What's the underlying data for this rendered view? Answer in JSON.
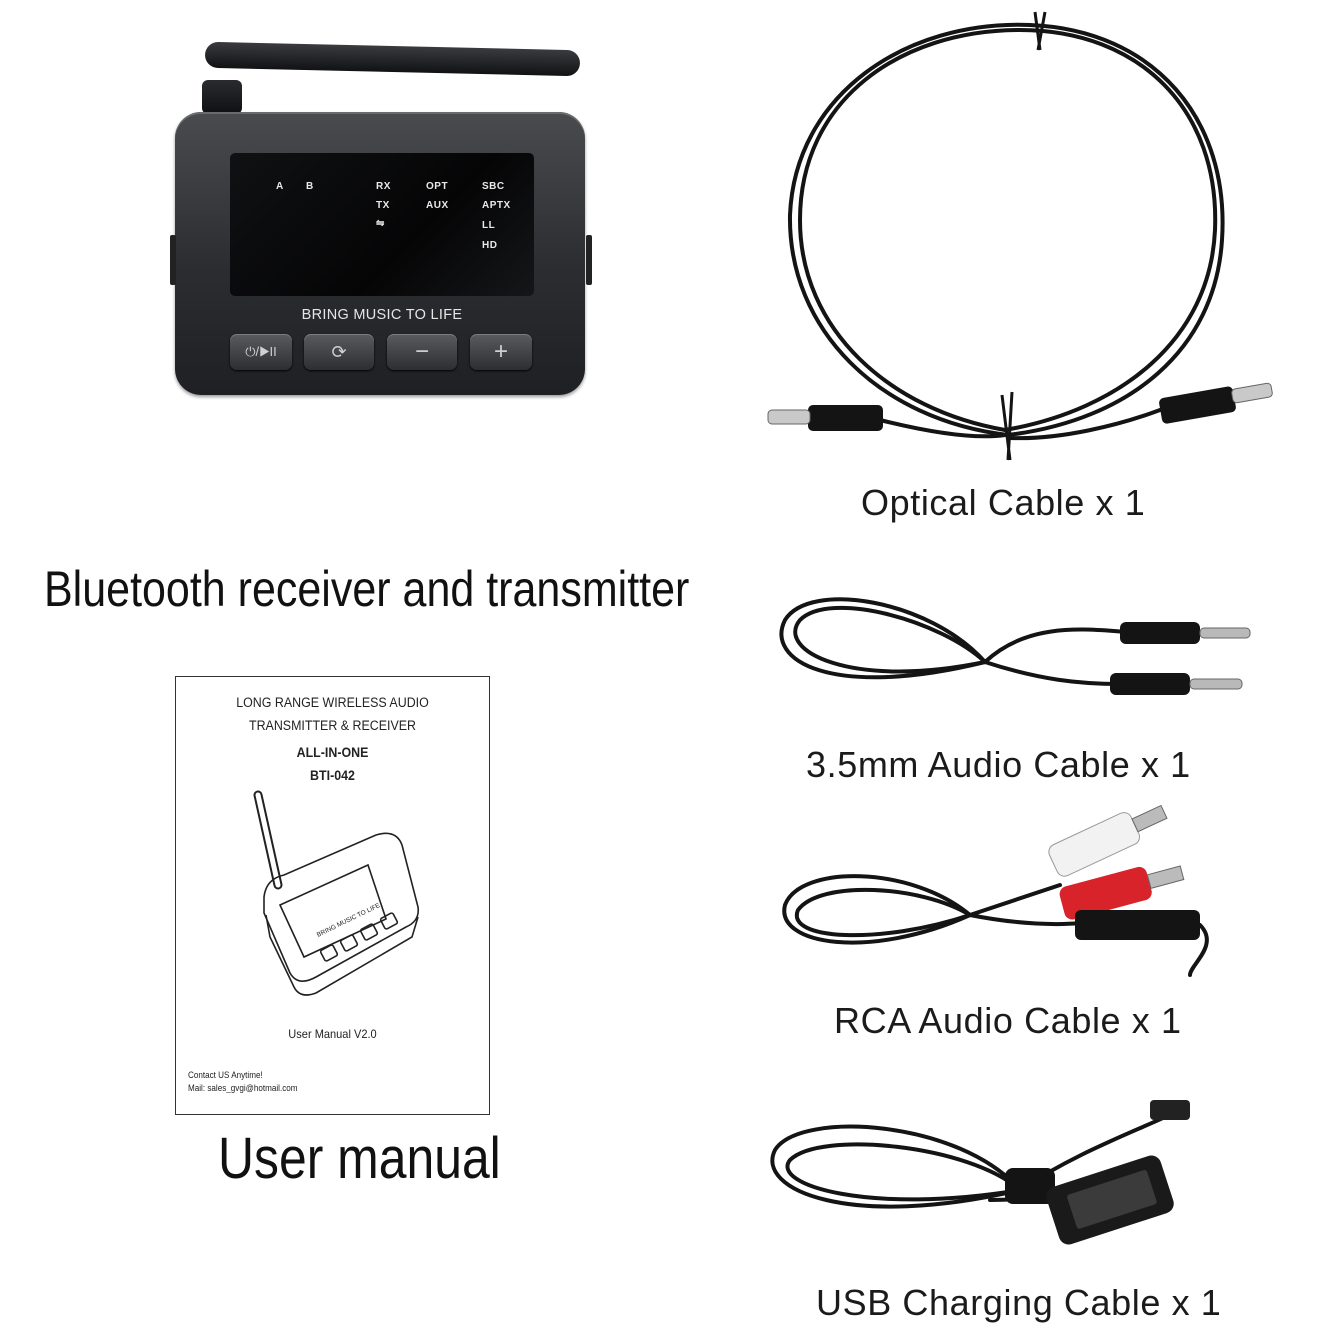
{
  "device": {
    "screen_labels": {
      "a": "A",
      "b": "B",
      "rx": "RX",
      "tx": "TX",
      "arrows": "⇋",
      "opt": "OPT",
      "aux": "AUX",
      "sbc": "SBC",
      "aptx": "APTX",
      "ll": "LL",
      "hd": "HD"
    },
    "tagline": "BRING MUSIC TO LIFE",
    "buttons": {
      "power": "⏻/▶II",
      "mode": "⟳",
      "minus": "−",
      "plus": "+"
    }
  },
  "captions": {
    "device": "Bluetooth receiver and transmitter",
    "manual": "User manual"
  },
  "items": {
    "optical": "Optical Cable x 1",
    "audio35": "3.5mm Audio Cable x 1",
    "rca": "RCA Audio Cable x 1",
    "usb": "USB Charging Cable x 1"
  },
  "manual": {
    "title_line1": "LONG RANGE WIRELESS AUDIO",
    "title_line2": "TRANSMITTER & RECEIVER",
    "subtitle": "ALL-IN-ONE",
    "model": "BTI-042",
    "sketch_tagline": "BRING MUSIC TO LIFE",
    "version": "User Manual V2.0",
    "contact_line1": "Contact US Anytime!",
    "contact_line2": "Mail: sales_gvgi@hotmail.com"
  },
  "colors": {
    "device_body": "#2c2d30",
    "cable": "#141414",
    "rca_red": "#d8232a",
    "rca_white": "#f2f2f2"
  }
}
